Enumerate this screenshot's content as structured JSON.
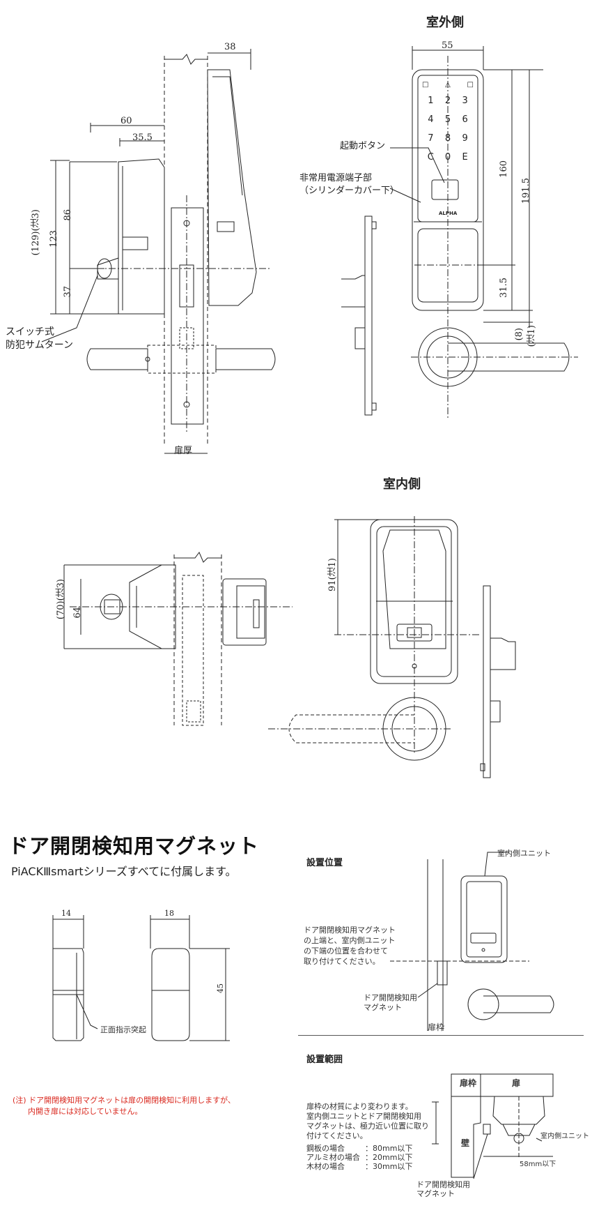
{
  "outdoor": {
    "title": "室外側",
    "dims": {
      "d38": "38",
      "d60": "60",
      "d35_5": "35.5",
      "d129": "(129)(注3)",
      "d123": "123",
      "d86": "86",
      "d37": "37",
      "d55": "55",
      "d160": "160",
      "d191_5": "191.5",
      "d31_5": "31.5",
      "d8": "(8)",
      "note1": "(注1)"
    },
    "labels": {
      "switch": "スイッチ式",
      "switch2": "防犯サムターン",
      "door_thickness": "扉厚",
      "start_button": "起動ボタン",
      "emergency": "非常用電源端子部",
      "emergency2": "（シリンダーカバー下）",
      "brand": "ALPHA"
    },
    "keypad": [
      "1",
      "2",
      "3",
      "4",
      "5",
      "6",
      "7",
      "8",
      "9",
      "C",
      "0",
      "E"
    ]
  },
  "indoor": {
    "title": "室内側",
    "dims": {
      "d70": "(70)(注3)",
      "d64": "64",
      "d91": "91(注1)"
    }
  },
  "magnet": {
    "title": "ドア開閉検知用マグネット",
    "subtitle": "PiACKⅢsmartシリーズすべてに付属します。",
    "dims": {
      "d14": "14",
      "d18": "18",
      "d45": "45"
    },
    "front_mark": "正面指示突起",
    "note_line1": "(注) ドア開閉検知用マグネットは扉の開閉検知に利用しますが、",
    "note_line2": "内開き扉には対応していません。"
  },
  "placement": {
    "title": "設置位置",
    "indoor_unit": "室内側ユニット",
    "instruction": [
      "ドア開閉検知用マグネット",
      "の上端と、室内側ユニット",
      "の下端の位置を合わせて",
      "取り付けてください。"
    ],
    "magnet_label": [
      "ドア開閉検知用",
      "マグネット"
    ],
    "frame": "扉枠"
  },
  "range": {
    "title": "設置範囲",
    "frame": "扉枠",
    "door": "扉",
    "wall": "壁",
    "indoor_unit": "室内側ユニット",
    "instruction": [
      "扉枠の材質により変わります。",
      "室内側ユニットとドア開閉検知用",
      "マグネットは、極力近い位置に取り",
      "付けてください。"
    ],
    "materials": [
      {
        "name": "鋼板の場合",
        "value": "：80mm以下"
      },
      {
        "name": "アルミ材の場合",
        "value": "：20mm以下"
      },
      {
        "name": "木材の場合",
        "value": "：30mm以下"
      }
    ],
    "magnet_label": [
      "ドア開閉検知用",
      "マグネット"
    ],
    "d58": "58mm以下"
  }
}
